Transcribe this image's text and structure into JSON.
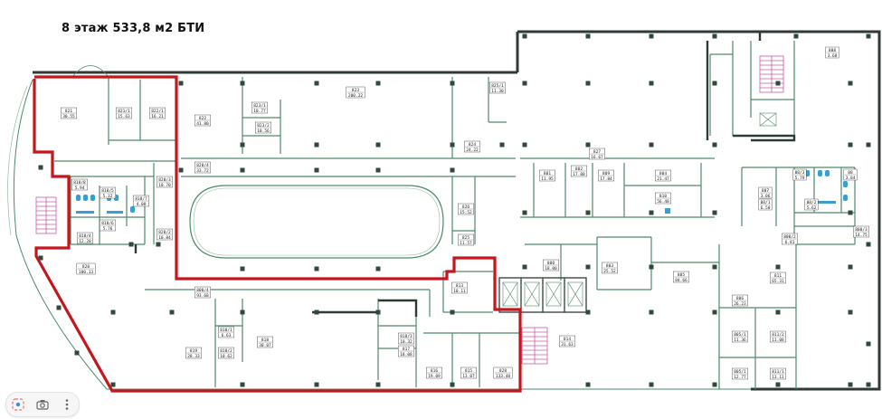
{
  "title": "8 этаж 533,8 м2 БТИ",
  "colors": {
    "wall": "#2f3a35",
    "thin_wall": "#4e8a6a",
    "highlight": "#c4161c",
    "stair": "#c85aa8",
    "fixture": "#3a9ed0",
    "column": "#2e4a3e"
  },
  "rooms": [
    {
      "id": "821",
      "area": "30.55"
    },
    {
      "id": "821/1",
      "area": "15.63"
    },
    {
      "id": "822/1",
      "area": "16.21"
    },
    {
      "id": "822",
      "area": "41.80"
    },
    {
      "id": "823/1",
      "area": "10.77"
    },
    {
      "id": "823/2",
      "area": "10.56"
    },
    {
      "id": "823",
      "area": "200.22"
    },
    {
      "id": "825/1",
      "area": "11.30"
    },
    {
      "id": "824",
      "area": "24.22"
    },
    {
      "id": "820/4",
      "area": "33.72"
    },
    {
      "id": "820/3",
      "area": "10.70"
    },
    {
      "id": "826",
      "area": "15.52"
    },
    {
      "id": "825",
      "area": "11.57"
    },
    {
      "id": "820/2",
      "area": "10.84"
    },
    {
      "id": "820",
      "area": "100.13"
    },
    {
      "id": "818/8",
      "area": "5.94"
    },
    {
      "id": "818/5",
      "area": "5.32"
    },
    {
      "id": "818/7",
      "area": "4.08"
    },
    {
      "id": "818/6",
      "area": "5.76"
    },
    {
      "id": "818/4",
      "area": "12.28"
    },
    {
      "id": "800/4",
      "area": "93.68"
    },
    {
      "id": "813",
      "area": "10.11"
    },
    {
      "id": "819",
      "area": "28.33"
    },
    {
      "id": "818/1",
      "area": "6.63"
    },
    {
      "id": "818",
      "area": "30.07"
    },
    {
      "id": "818/2",
      "area": "10.62"
    },
    {
      "id": "818/3",
      "area": "10.32"
    },
    {
      "id": "817",
      "area": "18.08"
    },
    {
      "id": "816",
      "area": "19.09"
    },
    {
      "id": "815",
      "area": "13.07"
    },
    {
      "id": "828",
      "area": "133.48"
    },
    {
      "id": "827",
      "area": "16.67"
    },
    {
      "id": "801",
      "area": "11.95"
    },
    {
      "id": "802",
      "area": "17.08"
    },
    {
      "id": "809",
      "area": "17.84"
    },
    {
      "id": "804",
      "area": "21.47"
    },
    {
      "id": "810",
      "area": "56.48"
    },
    {
      "id": "808",
      "area": "3.68"
    },
    {
      "id": "807",
      "area": "3.06"
    },
    {
      "id": "08/1",
      "area": "6.50"
    },
    {
      "id": "08/3",
      "area": "5.79"
    },
    {
      "id": "08",
      "area": "3.84"
    },
    {
      "id": "08/2",
      "area": "5.62"
    },
    {
      "id": "800/3",
      "area": "14.75"
    },
    {
      "id": "800/2",
      "area": "6.81"
    },
    {
      "id": "800",
      "area": "18.00"
    },
    {
      "id": "803",
      "area": "25.52"
    },
    {
      "id": "805",
      "area": "84.66"
    },
    {
      "id": "811",
      "area": "65.31"
    },
    {
      "id": "806",
      "area": "26.23"
    },
    {
      "id": "814",
      "area": "31.63"
    },
    {
      "id": "805/1",
      "area": "11.36"
    },
    {
      "id": "811/2",
      "area": "11.08"
    },
    {
      "id": "805/1",
      "area": "12.77"
    },
    {
      "id": "811/1",
      "area": "13.11"
    }
  ],
  "toolbar": {
    "icons": [
      "lens-icon",
      "camera-icon",
      "more-vert-icon"
    ]
  }
}
